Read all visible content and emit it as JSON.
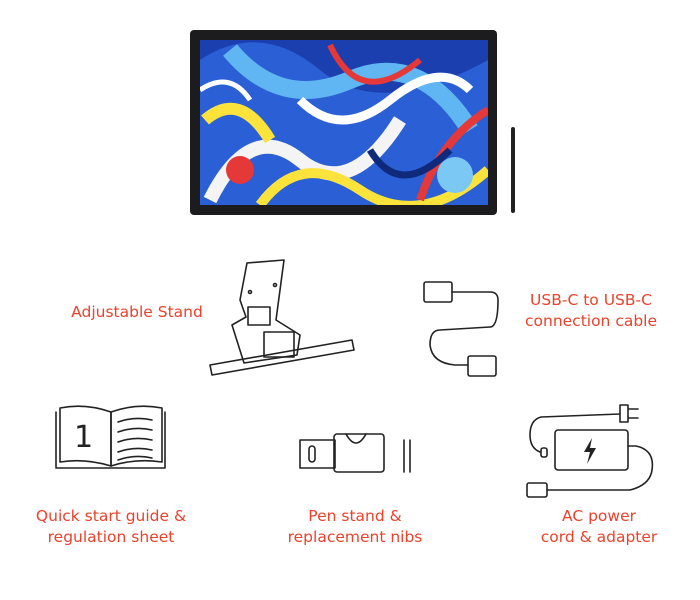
{
  "items": {
    "stand": {
      "label": "Adjustable Stand"
    },
    "cable": {
      "line1": "USB-C to USB-C",
      "line2": "connection cable"
    },
    "guide": {
      "line1": "Quick start guide &",
      "line2": "regulation sheet",
      "page_number": "1"
    },
    "pen": {
      "line1": "Pen stand &",
      "line2": "replacement nibs"
    },
    "power": {
      "line1": "AC power",
      "line2": "cord & adapter"
    }
  },
  "colors": {
    "label": "#e8432d",
    "line_art": "#222222",
    "bezel": "#1c1c1e"
  }
}
